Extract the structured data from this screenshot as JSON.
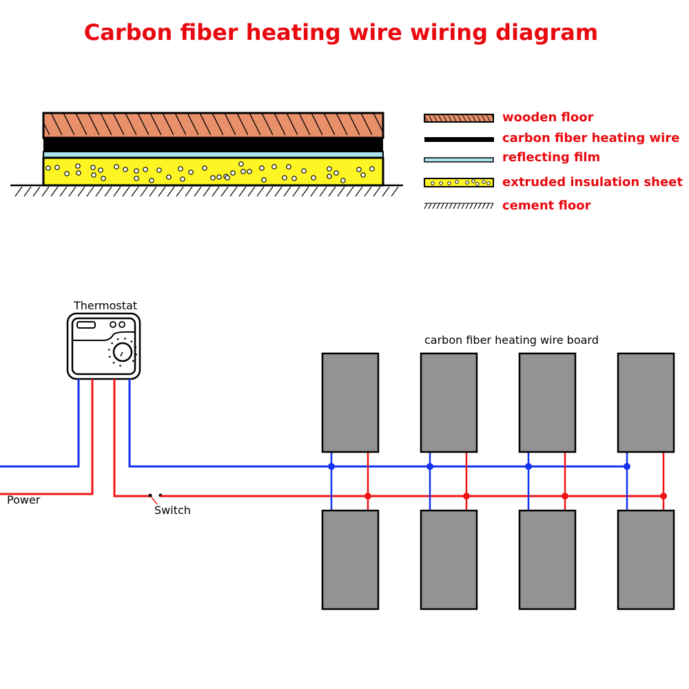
{
  "title": "Carbon fiber heating wire wiring diagram",
  "cross_section": {
    "layers_top_to_bottom": [
      "wooden floor",
      "carbon fiber heating wire",
      "reflecting film",
      "extruded insulation sheet",
      "cement floor"
    ]
  },
  "legend": [
    {
      "id": "wooden",
      "label": "wooden floor",
      "swatch": "hatched-orange"
    },
    {
      "id": "wire",
      "label": "carbon fiber heating wire",
      "swatch": "black-bar"
    },
    {
      "id": "film",
      "label": "reflecting film",
      "swatch": "light-blue-bar"
    },
    {
      "id": "insulation",
      "label": "extruded insulation sheet",
      "swatch": "yellow-dotted"
    },
    {
      "id": "cement",
      "label": "cement floor",
      "swatch": "hatched-ground"
    }
  ],
  "wiring": {
    "thermostat_label": "Thermostat",
    "power_label": "Power",
    "switch_label": "Switch",
    "board_label": "carbon fiber heating wire board",
    "board_columns": 4,
    "board_rows": 2
  },
  "colors": {
    "title": "#e8090f",
    "wood": "#e8906a",
    "film": "#a8e4ea",
    "insulation": "#fdf624",
    "board": "#939393",
    "neutral_wire": "#1432f0",
    "live_wire": "#f01414"
  }
}
